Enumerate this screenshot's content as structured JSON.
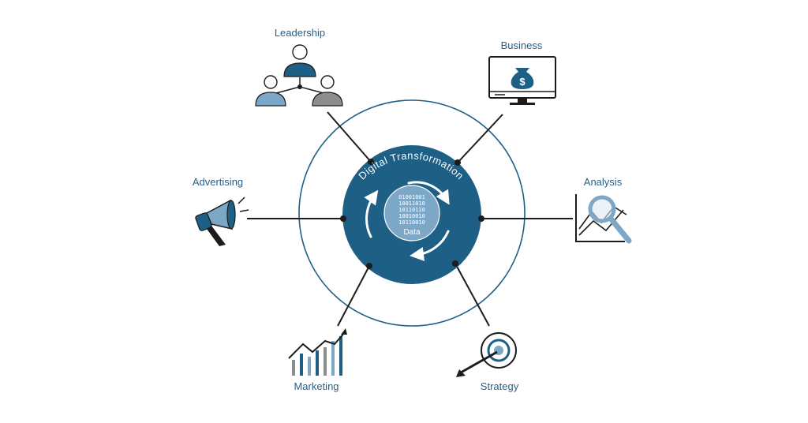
{
  "center": {
    "title": "Digital Transformation",
    "binary": [
      "01001001",
      "10011010",
      "10110110",
      "10010010",
      "10110010"
    ],
    "data_label": "Data"
  },
  "nodes": {
    "leadership": "Leadership",
    "business": "Business",
    "advertising": "Advertising",
    "analysis": "Analysis",
    "marketing": "Marketing",
    "strategy": "Strategy"
  },
  "icons": {
    "leadership": "people-hierarchy-icon",
    "business": "monitor-money-bag-icon",
    "advertising": "megaphone-icon",
    "analysis": "chart-magnifier-icon",
    "marketing": "bar-chart-growth-icon",
    "strategy": "target-dart-icon"
  },
  "colors": {
    "primary": "#1e5f86",
    "label": "#2a5f84",
    "line": "#1c1c1c",
    "light_blue": "#7da7c7",
    "gray": "#8d8d8d"
  }
}
